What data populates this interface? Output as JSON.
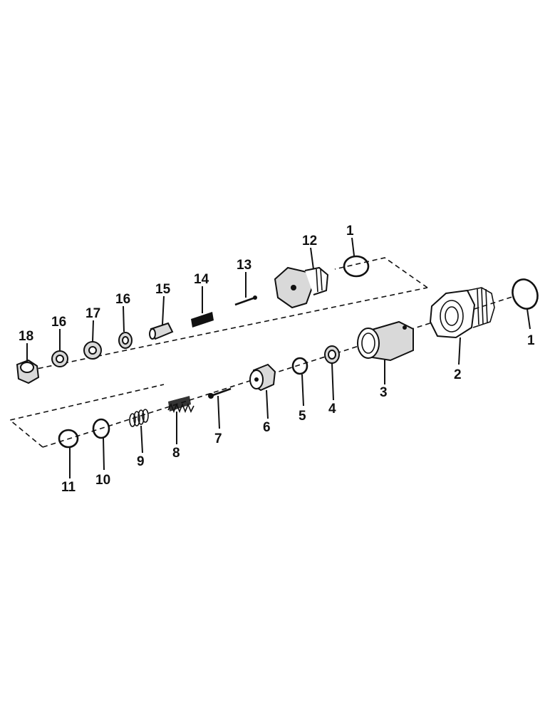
{
  "callouts": {
    "c1a": "1",
    "c1b": "1",
    "c2": "2",
    "c3": "3",
    "c4": "4",
    "c5": "5",
    "c6": "6",
    "c7": "7",
    "c8": "8",
    "c9": "9",
    "c10": "10",
    "c11": "11",
    "c12": "12",
    "c13": "13",
    "c14": "14",
    "c15": "15",
    "c16a": "16",
    "c16b": "16",
    "c17": "17",
    "c18": "18"
  }
}
